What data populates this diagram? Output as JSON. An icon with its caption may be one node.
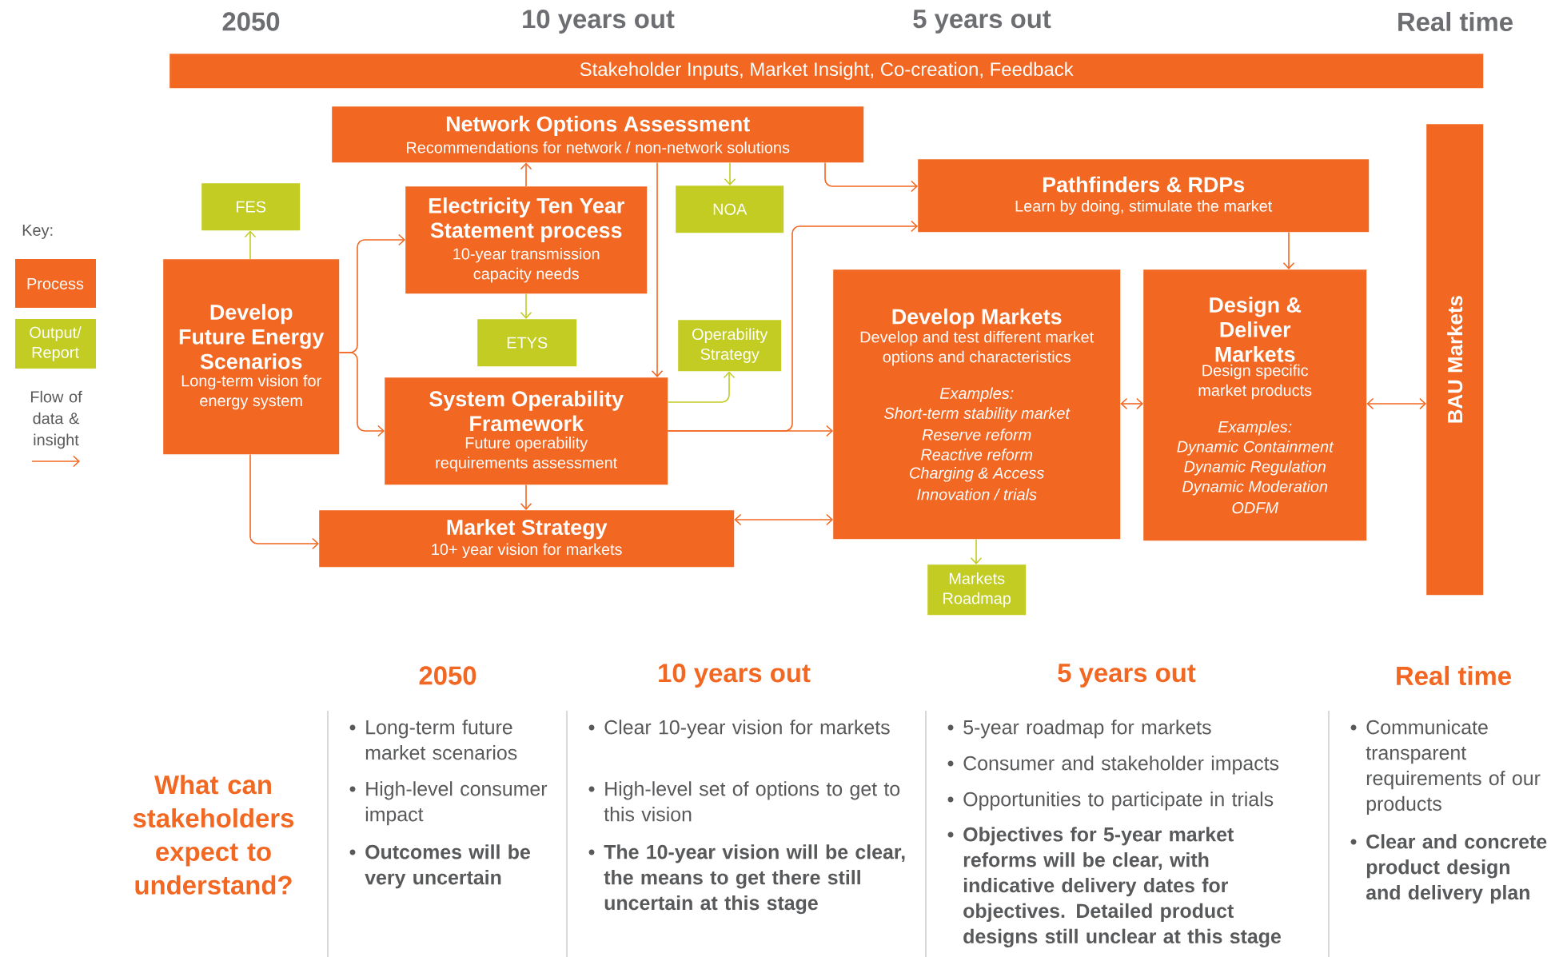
{
  "diagram": {
    "nodes": [
      {
        "text": [
          "Stakeholder Inputs, Market Insight, Co-creation, Feedback"
        ]
      },
      {
        "text": [
          "Network Options Assessment",
          "Recommendations for network / non-network solutions"
        ]
      },
      {
        "text": [
          "FES"
        ]
      },
      {
        "text": [
          "Electricity Ten Year Statement process",
          "10-year transmission capacity needs"
        ]
      },
      {
        "text": [
          "NOA"
        ]
      },
      {
        "text": [
          "Pathfinders & RDPs",
          "Learn by doing, stimulate the market"
        ]
      },
      {
        "text": [
          "Develop Future Energy Scenarios",
          "Long-term vision for energy system"
        ]
      },
      {
        "text": [
          "ETYS"
        ]
      },
      {
        "text": [
          "Operability Strategy"
        ]
      },
      {
        "text": [
          "System Operability Framework",
          "Future operability requirements assessment"
        ]
      },
      {
        "text": [
          "Develop Markets",
          "Develop and test different market options and characteristics",
          "Examples:",
          "Short-term stability market",
          "Reserve reform",
          "Reactive reform",
          "Charging & Access",
          "Innovation / trials"
        ]
      },
      {
        "text": [
          "Design & Deliver Markets",
          "Design specific market products",
          "Examples:",
          "Dynamic Containment",
          "Dynamic Regulation",
          "Dynamic Moderation",
          "ODFM"
        ]
      },
      {
        "text": [
          "BAU Markets"
        ]
      },
      {
        "text": [
          "Market Strategy",
          "10+ year vision for markets"
        ]
      },
      {
        "text": [
          "Markets Roadmap"
        ]
      }
    ],
    "edges": [
      {
        "from": 6,
        "to": 2,
        "arrow": "to",
        "color": "#c2cc23"
      },
      {
        "from": 3,
        "to": 1,
        "arrow": "to"
      },
      {
        "from": 3,
        "to": 7,
        "arrow": "to",
        "color": "#c2cc23"
      },
      {
        "from": 1,
        "to": 4,
        "arrow": "to",
        "color": "#c2cc23"
      },
      {
        "from": 1,
        "to": 9,
        "arrow": "to"
      },
      {
        "from": 1,
        "to": 5,
        "arrow": "to"
      },
      {
        "from": 6,
        "to": 3,
        "arrow": "to"
      },
      {
        "from": 6,
        "to": 9,
        "arrow": "to"
      },
      {
        "from": 9,
        "to": 8,
        "arrow": "to",
        "color": "#c2cc23"
      },
      {
        "from": 9,
        "to": 5,
        "arrow": "to"
      },
      {
        "from": 9,
        "to": 10,
        "arrow": "to"
      },
      {
        "from": 9,
        "to": 13,
        "arrow": "to"
      },
      {
        "from": 6,
        "to": 13,
        "arrow": "to"
      },
      {
        "from": 13,
        "to": 10,
        "arrow": "both"
      },
      {
        "from": 10,
        "to": 11,
        "arrow": "both"
      },
      {
        "from": 11,
        "to": 12,
        "arrow": "both"
      },
      {
        "from": 5,
        "to": 11,
        "arrow": "to"
      },
      {
        "from": 10,
        "to": 14,
        "arrow": "to",
        "color": "#c2cc23"
      }
    ],
    "labels": [
      "2050",
      "10 years out",
      "5 years out",
      "Real time",
      "Key:",
      "2050",
      "10 years out",
      "5 years out",
      "Real time",
      "What can stakeholders expect to understand?",
      "Long-term future market scenarios",
      "High-level consumer impact",
      "Outcomes will be very uncertain",
      "Clear 10-year vision for markets",
      "High-level set of options to get to this vision",
      "The 10-year vision will be clear, the means to get there still uncertain at this stage",
      "5-year roadmap for markets",
      "Consumer and stakeholder impacts",
      "Opportunities to participate in trials",
      "Objectives for 5-year market reforms will be clear, with indicative delivery dates for objectives. Detailed product designs still unclear at this stage",
      "Communicate transparent requirements of our products",
      "Clear and concrete product design and delivery plan"
    ],
    "legend": [
      {
        "text": "Process",
        "color": "#f26722"
      },
      {
        "text": "Output/ Report",
        "color": "#c2cc23"
      },
      {
        "text": "Flow of data & insight"
      }
    ]
  }
}
